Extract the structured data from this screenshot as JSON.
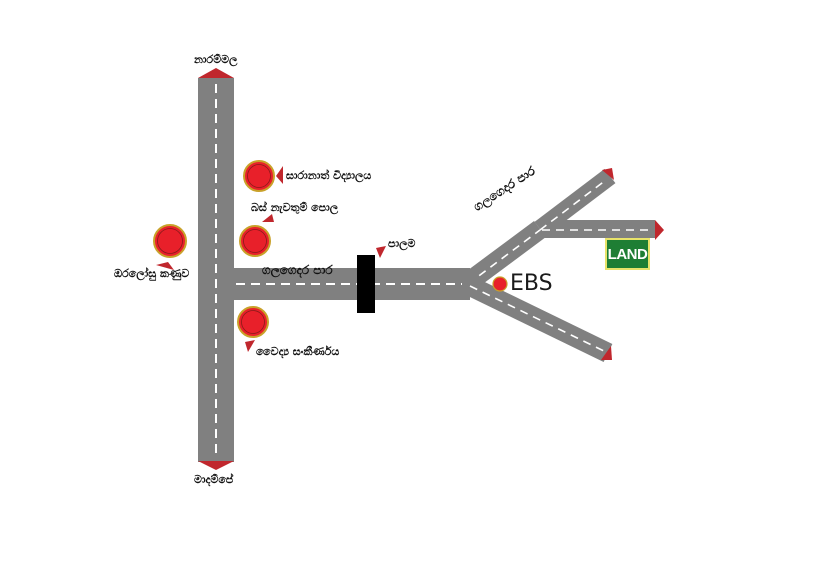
{
  "places": {
    "north_end": "නාරම්මල",
    "south_end": "මාදම්පේ",
    "school": "සාරානාත් විද්‍යාලය",
    "bus_stand": "බස් නැවතුම් පොල",
    "junction_shop": "ඔරලෝසු කණුව",
    "hospital": "වෛද්‍ය සංකීර්ණය",
    "bridge": "පාලම",
    "main_road": "ගලගෙදර පාර",
    "branch_road": "ගලගෙදර පාර",
    "ebs": "EBS",
    "land": "LAND"
  },
  "colors": {
    "road": "#808080",
    "road_center": "#ffffff",
    "arrow": "#c0272d",
    "marker_fill": "#e8202a",
    "marker_ring": "#c9a12a",
    "bridge": "#000000",
    "land_bg": "#1e7e34",
    "land_border": "#e8e36a"
  }
}
